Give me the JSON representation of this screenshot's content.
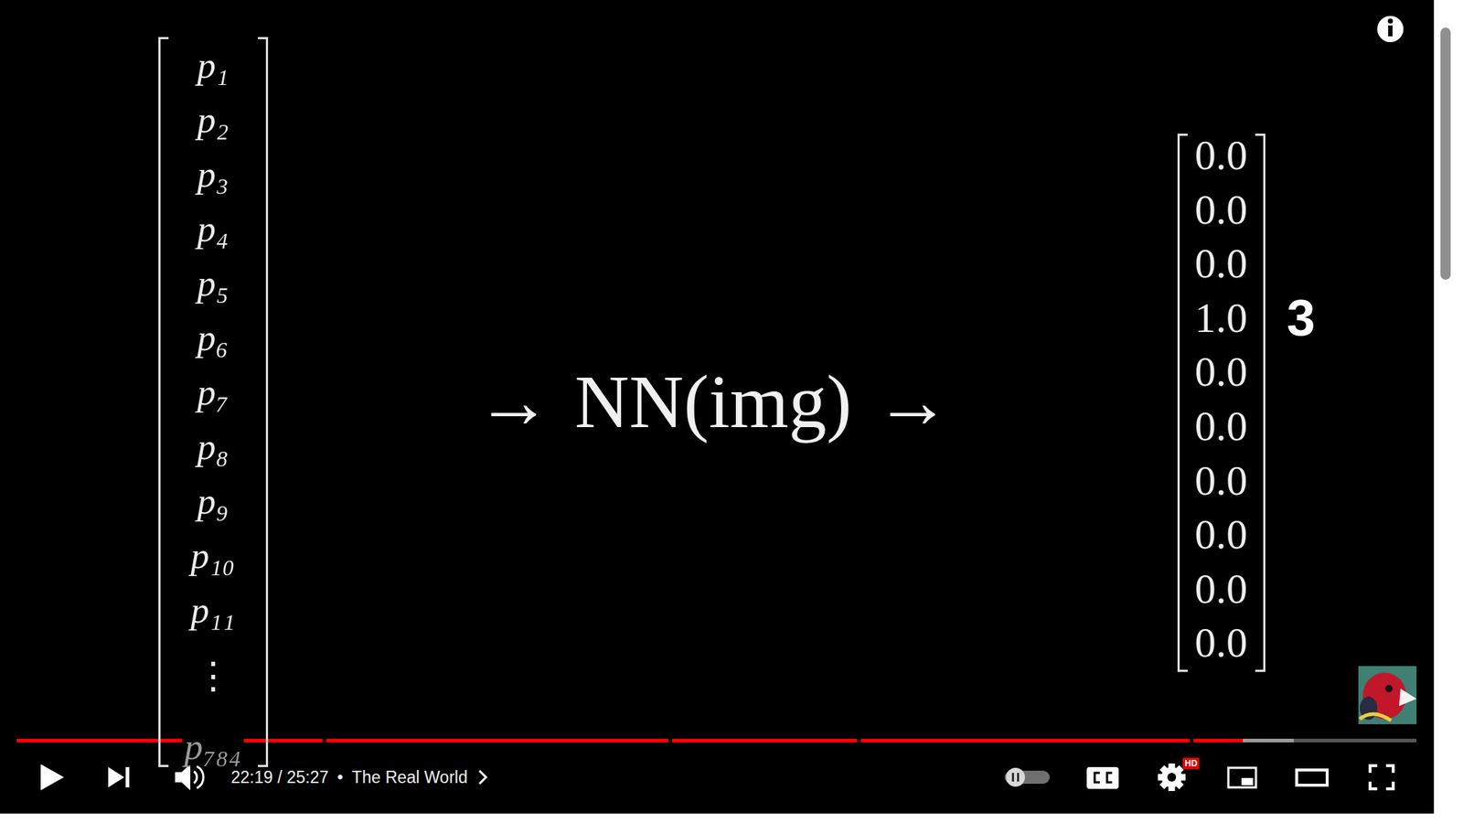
{
  "diagram": {
    "nodes": [
      {
        "text": [
          "p₁",
          "p₂",
          "p₃",
          "p₄",
          "p₅",
          "p₆",
          "p₇",
          "p₈",
          "p₉",
          "p₁₀",
          "p₁₁",
          "⋮",
          "p₇₈₄"
        ]
      },
      {
        "text": [
          "0.0",
          "0.0",
          "0.0",
          "1.0",
          "0.0",
          "0.0",
          "0.0",
          "0.0",
          "0.0",
          "0.0"
        ]
      }
    ],
    "labels": [
      "→",
      "NN(img)",
      "→",
      "3",
      "22:19 / 25:27",
      "•",
      "The Real World",
      "HD"
    ]
  }
}
